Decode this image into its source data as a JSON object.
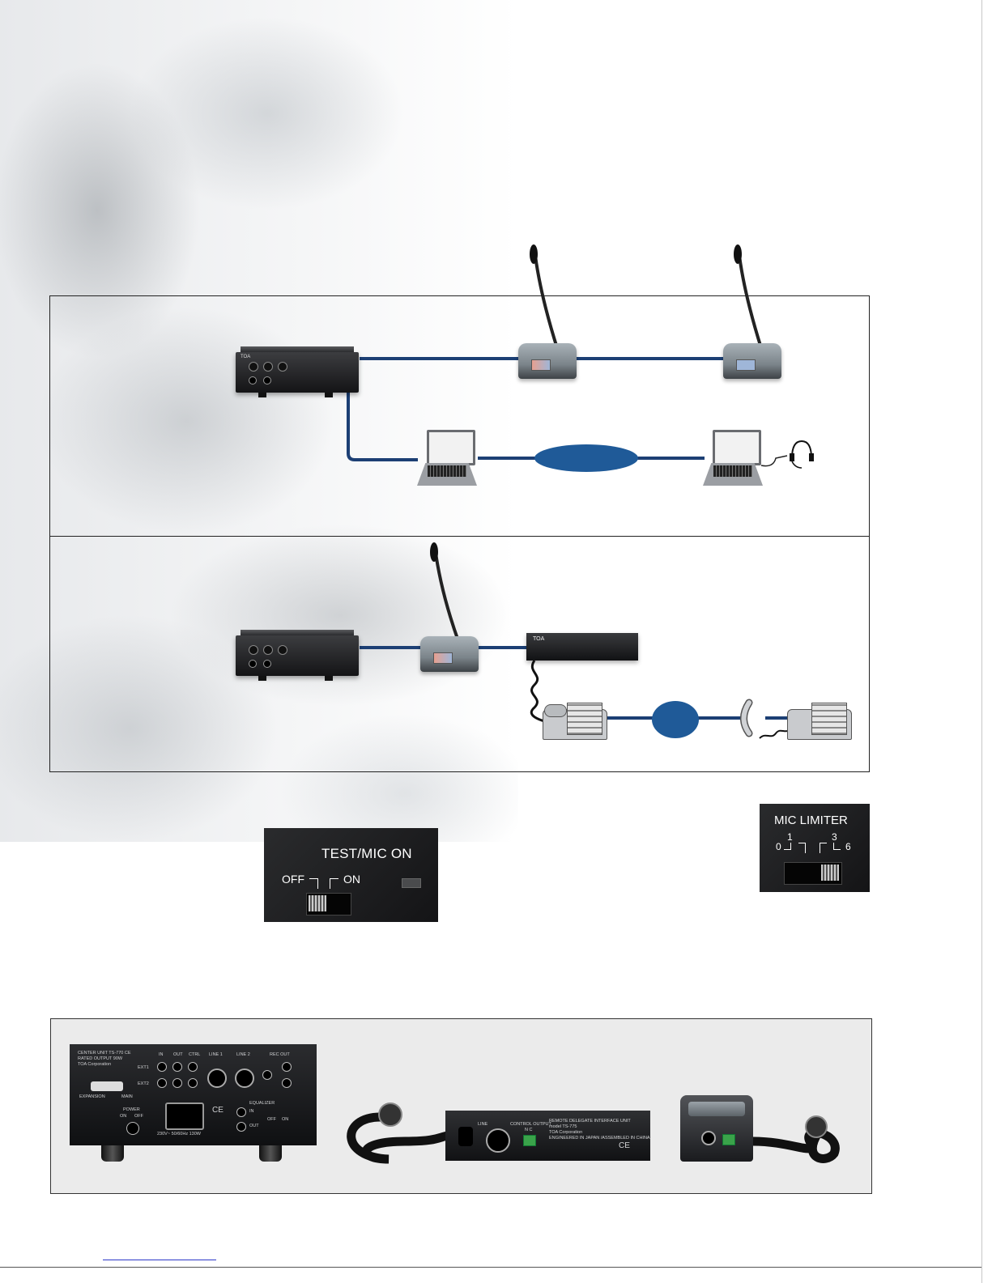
{
  "colors": {
    "connection_line": "#1c3f74",
    "network_ellipse": "#1f5a98",
    "panel_dark": "#1c1d1f"
  },
  "panel_test_mic": {
    "title": "TEST/MIC ON",
    "off_label": "OFF",
    "on_label": "ON"
  },
  "panel_mic_limiter": {
    "title": "MIC LIMITER",
    "labels": [
      "0",
      "1",
      "3",
      "6"
    ]
  },
  "rear_center_unit": {
    "model_lines": [
      "CENTER UNIT TS-770 CE",
      "RATED OUTPUT 90W",
      "TOA Corporation"
    ],
    "jack_headers": [
      "IN",
      "OUT",
      "CTRL",
      "LINE 1",
      "LINE 2",
      "REC OUT"
    ],
    "ext_labels": [
      "EXT1",
      "EXT2"
    ],
    "expansion_label": "EXPANSION",
    "main_label": "MAIN",
    "power_label": "POWER",
    "power_states": [
      "ON",
      "OFF"
    ],
    "equalizer_label": "EQUALIZER",
    "equalizer_in": "IN",
    "equalizer_out": "OUT",
    "equalizer_states": [
      "OFF",
      "ON"
    ],
    "rating": "230V~ 50/60Hz 130W"
  },
  "rear_interface_unit": {
    "line_label": "LINE",
    "control_output_label": "CONTROL OUTPUT",
    "control_output_pins": "N C",
    "model_lines": [
      "REMOTE DELEGATE INTERFACE UNIT",
      "model TS-775",
      "TOA Corporation",
      "ENGINEERED IN JAPAN /ASSEMBLED IN CHINA"
    ],
    "ce_mark": "CE"
  },
  "center_unit_logo": "TOA",
  "interface_unit_logo": "TOA"
}
